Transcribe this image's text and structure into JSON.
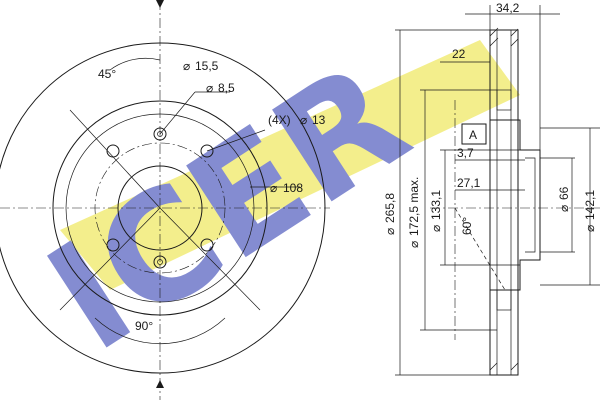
{
  "colors": {
    "watermark_blue": "#6f79c9",
    "watermark_yellow": "#f2ec78",
    "ink": "#1a1a1a"
  },
  "watermark": {
    "text": "ICER"
  },
  "front_view": {
    "angle_45": "45°",
    "dia_15_5": "15,5",
    "dia_8_5": "8,5",
    "bolt_holes": "(4X)",
    "dia_13": "13",
    "dia_108": "108",
    "angle_90": "90°"
  },
  "section_view": {
    "width_34_2": "34,2",
    "width_22": "22",
    "datum_A": "A",
    "offset_3_7": "3,7",
    "depth_27_1": "27,1",
    "dia_265_8": "265,8",
    "dia_172_5": "172,5 max.",
    "dia_133_1": "133,1",
    "dia_66": "66",
    "dia_142_1": "142,1",
    "angle_60": "60°"
  }
}
